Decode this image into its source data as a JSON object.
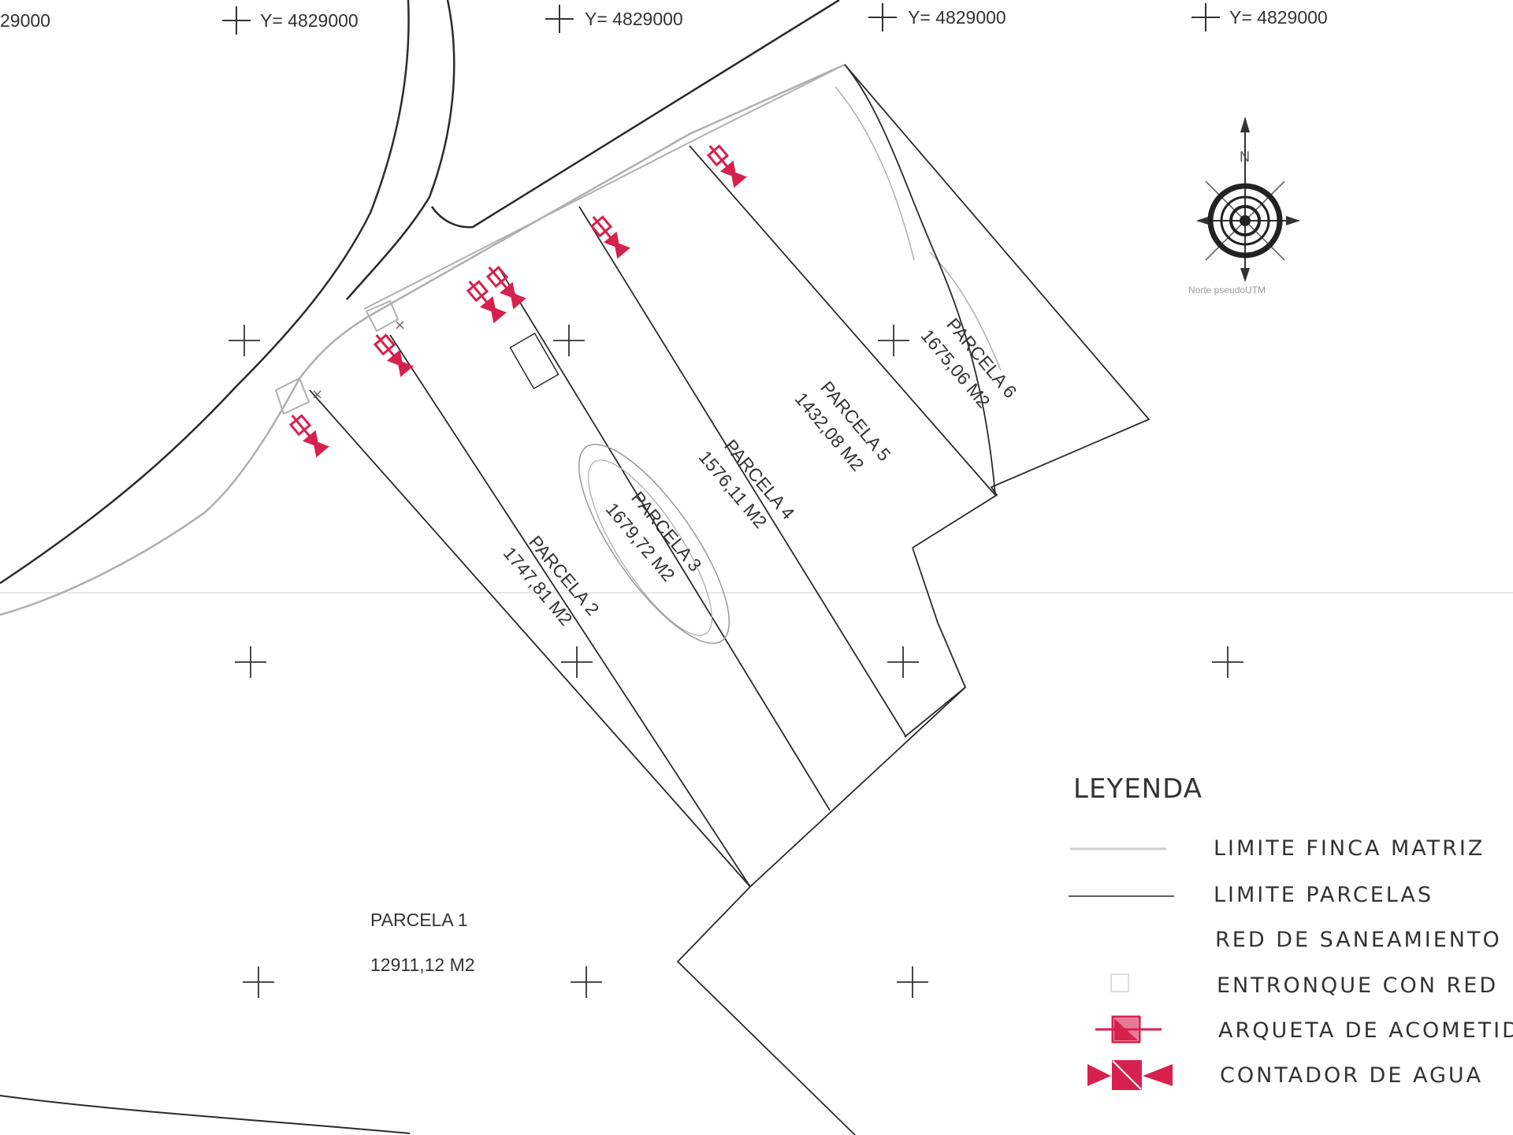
{
  "grid": {
    "y_labels": [
      "29000",
      "Y= 4829000",
      "Y= 4829000",
      "Y= 4829000",
      "Y= 4829000"
    ]
  },
  "compass": {
    "north_letter": "N",
    "caption": "Norte pseudoUTM"
  },
  "parcels": [
    {
      "name": "PARCELA 1",
      "area": "12911,12 M2"
    },
    {
      "name": "PARCELA 2",
      "area": "1747,81 M2"
    },
    {
      "name": "PARCELA 3",
      "area": "1679,72 M2"
    },
    {
      "name": "PARCELA 4",
      "area": "1576,11 M2"
    },
    {
      "name": "PARCELA 5",
      "area": "1432,08 M2"
    },
    {
      "name": "PARCELA 6",
      "area": "1675,06 M2"
    }
  ],
  "legend": {
    "title": "LEYENDA",
    "items": [
      {
        "label": "LIMITE FINCA MATRIZ",
        "symbol": "grey-line"
      },
      {
        "label": "LIMITE PARCELAS",
        "symbol": "black-line"
      },
      {
        "label": "RED DE SANEAMIENTO",
        "symbol": "none"
      },
      {
        "label": "ENTRONQUE CON RED",
        "symbol": "grey-box"
      },
      {
        "label": "ARQUETA DE ACOMETIDA",
        "symbol": "red-box-cross"
      },
      {
        "label": "CONTADOR DE AGUA",
        "symbol": "red-valve"
      }
    ]
  },
  "colors": {
    "line": "#2b2b2b",
    "network_symbol": "#d6214e",
    "background": "#ffffff"
  }
}
